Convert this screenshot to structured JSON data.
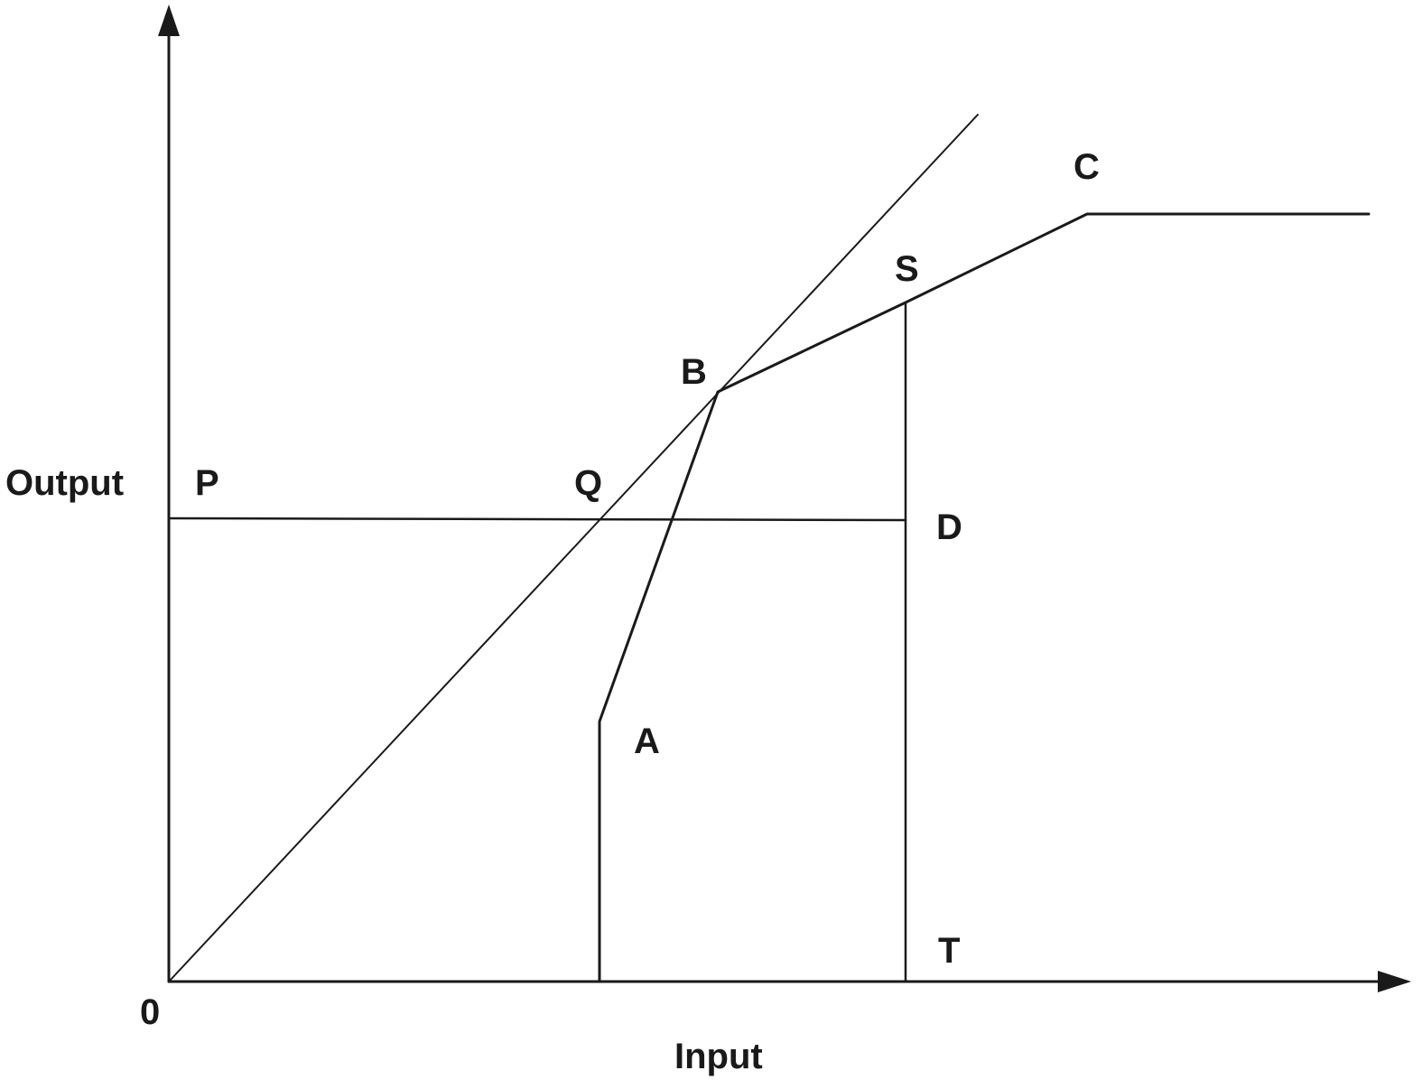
{
  "axes": {
    "x_title": "Input",
    "y_title": "Output",
    "origin_label": "0"
  },
  "points": {
    "A": "A",
    "B": "B",
    "C": "C",
    "D": "D",
    "P": "P",
    "Q": "Q",
    "S": "S",
    "T": "T"
  },
  "colors": {
    "line": "#1a1a1a",
    "background": "#ffffff"
  }
}
